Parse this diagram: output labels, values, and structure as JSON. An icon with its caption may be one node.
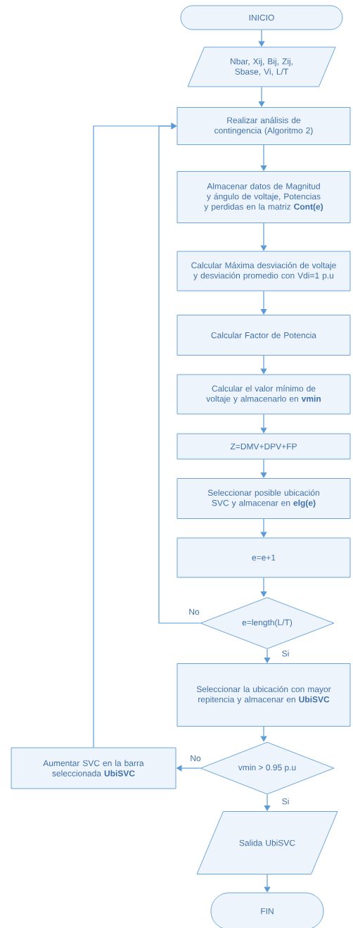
{
  "diagram": {
    "nodes": [
      {
        "text": [
          "INICIO"
        ]
      },
      {
        "text": [
          "Nbar, Xij, Bij, Zij, Sbase, Vi, L/T"
        ]
      },
      {
        "text": [
          "Realizar análisis de contingencia (Algoritmo 2)"
        ]
      },
      {
        "text": [
          "Almacenar datos de Magnitud y ángulo de voltaje, Potencias y perdidas en la matriz **Cont(e)**"
        ]
      },
      {
        "text": [
          "Calcular Máxima desviación de voltaje y desviación promedio con Vdi=1 p.u"
        ]
      },
      {
        "text": [
          "Calcular Factor de Potencia"
        ]
      },
      {
        "text": [
          "Calcular el valor mínimo de voltaje y almacenarlo en **vmin**"
        ]
      },
      {
        "text": [
          "Z=DMV+DPV+FP"
        ]
      },
      {
        "text": [
          "Seleccionar posible ubicación SVC y almacenar en **elg(e)**"
        ]
      },
      {
        "text": [
          "e=e+1"
        ]
      },
      {
        "text": [
          "e=length(L/T)"
        ]
      },
      {
        "text": [
          "Seleccionar la ubicación con mayor repitencia y almacenar en **UbiSVC**"
        ]
      },
      {
        "text": [
          "vmin > 0.95 p.u"
        ]
      },
      {
        "text": [
          "Aumentar SVC en la barra seleccionada **UbiSVC**"
        ]
      },
      {
        "text": [
          "Salida UbiSVC"
        ]
      },
      {
        "text": [
          "FIN"
        ]
      }
    ],
    "edges": [
      {
        "from": 0,
        "to": 1,
        "arrow": "to"
      },
      {
        "from": 1,
        "to": 2,
        "arrow": "to"
      },
      {
        "from": 2,
        "to": 3,
        "arrow": "to"
      },
      {
        "from": 3,
        "to": 4,
        "arrow": "to"
      },
      {
        "from": 4,
        "to": 5,
        "arrow": "to"
      },
      {
        "from": 5,
        "to": 6,
        "arrow": "to"
      },
      {
        "from": 6,
        "to": 7,
        "arrow": "to"
      },
      {
        "from": 7,
        "to": 8,
        "arrow": "to"
      },
      {
        "from": 8,
        "to": 9,
        "arrow": "to"
      },
      {
        "from": 9,
        "to": 10,
        "arrow": "to"
      },
      {
        "from": 10,
        "to": 2,
        "arrow": "to",
        "label": "No"
      },
      {
        "from": 10,
        "to": 11,
        "arrow": "to",
        "label": "Si"
      },
      {
        "from": 11,
        "to": 12,
        "arrow": "to"
      },
      {
        "from": 12,
        "to": 13,
        "arrow": "to",
        "label": "No"
      },
      {
        "from": 12,
        "to": 14,
        "arrow": "to",
        "label": "Si"
      },
      {
        "from": 14,
        "to": 15,
        "arrow": "to"
      },
      {
        "from": 13,
        "to": 2,
        "arrow": "to"
      }
    ]
  }
}
